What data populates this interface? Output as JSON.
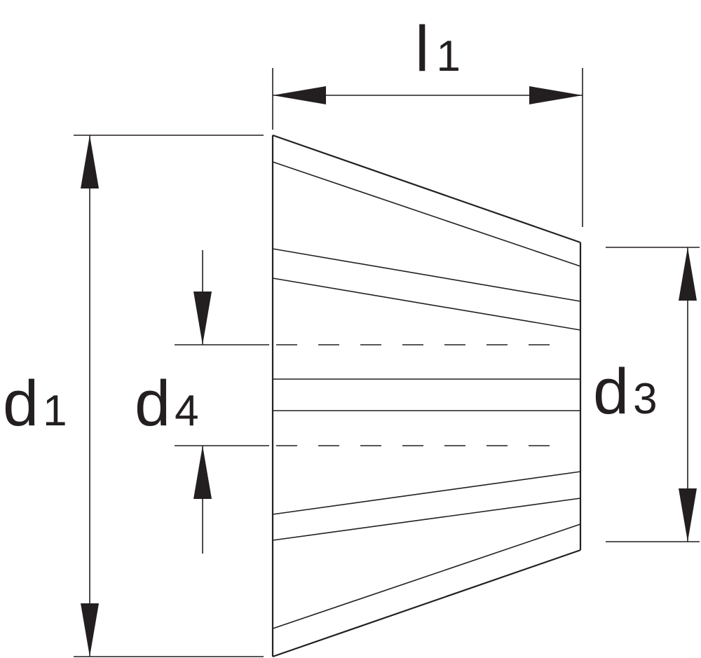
{
  "dimensions": {
    "l1": {
      "symbol": "l",
      "subscript": "1"
    },
    "d1": {
      "symbol": "d",
      "subscript": "1"
    },
    "d3": {
      "symbol": "d",
      "subscript": "3"
    },
    "d4": {
      "symbol": "d",
      "subscript": "4"
    }
  },
  "colors": {
    "line": "#231f20",
    "background": "#ffffff"
  }
}
